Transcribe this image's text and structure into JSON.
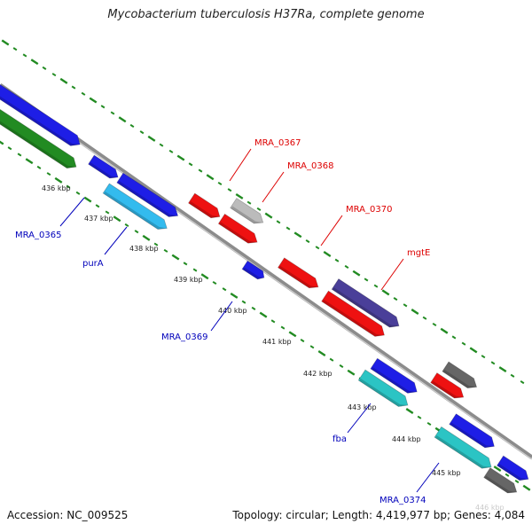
{
  "title": "Mycobacterium tuberculosis H37Ra, complete genome",
  "footer": {
    "accession": "Accession: NC_009525",
    "summary": "Topology: circular; Length: 4,419,977 bp; Genes: 4,084"
  },
  "colors": {
    "backbone": "#8c8c8c",
    "tick_inner": "#228b22",
    "tick_outer": "#228b22",
    "label_red": "#dd0000",
    "label_blue": "#0000bb"
  },
  "ticks": [
    {
      "label": "436 kbp"
    },
    {
      "label": "437 kbp"
    },
    {
      "label": "438 kbp"
    },
    {
      "label": "439 kbp"
    },
    {
      "label": "440 kbp"
    },
    {
      "label": "441 kbp"
    },
    {
      "label": "442 kbp"
    },
    {
      "label": "443 kbp"
    },
    {
      "label": "444 kbp"
    },
    {
      "label": "445 kbp"
    },
    {
      "label": "446 kbp"
    }
  ],
  "gene_labels": [
    {
      "text": "MRA_0365",
      "color": "blue"
    },
    {
      "text": "purA",
      "color": "blue"
    },
    {
      "text": "MRA_0369",
      "color": "blue"
    },
    {
      "text": "fba",
      "color": "blue"
    },
    {
      "text": "MRA_0374",
      "color": "blue"
    },
    {
      "text": "MRA_0367",
      "color": "red"
    },
    {
      "text": "MRA_0368",
      "color": "red"
    },
    {
      "text": "MRA_0370",
      "color": "red"
    },
    {
      "text": "mgtE",
      "color": "red"
    }
  ],
  "features": [
    {
      "color": "#1e1ee6"
    },
    {
      "color": "#228b22"
    },
    {
      "color": "#1e1ee6"
    },
    {
      "color": "#1e1ee6"
    },
    {
      "color": "#33bbee"
    },
    {
      "color": "#1e1ee6"
    },
    {
      "color": "#ee1111"
    },
    {
      "color": "#ee1111"
    },
    {
      "color": "#bbbbbb"
    },
    {
      "color": "#ee1111"
    },
    {
      "color": "#ee1111"
    },
    {
      "color": "#4a3f99"
    },
    {
      "color": "#1e1ee6"
    },
    {
      "color": "#2bc4c4"
    },
    {
      "color": "#ee1111"
    },
    {
      "color": "#666666"
    },
    {
      "color": "#1e1ee6"
    },
    {
      "color": "#2bc4c4"
    },
    {
      "color": "#1e1ee6"
    },
    {
      "color": "#666666"
    }
  ]
}
